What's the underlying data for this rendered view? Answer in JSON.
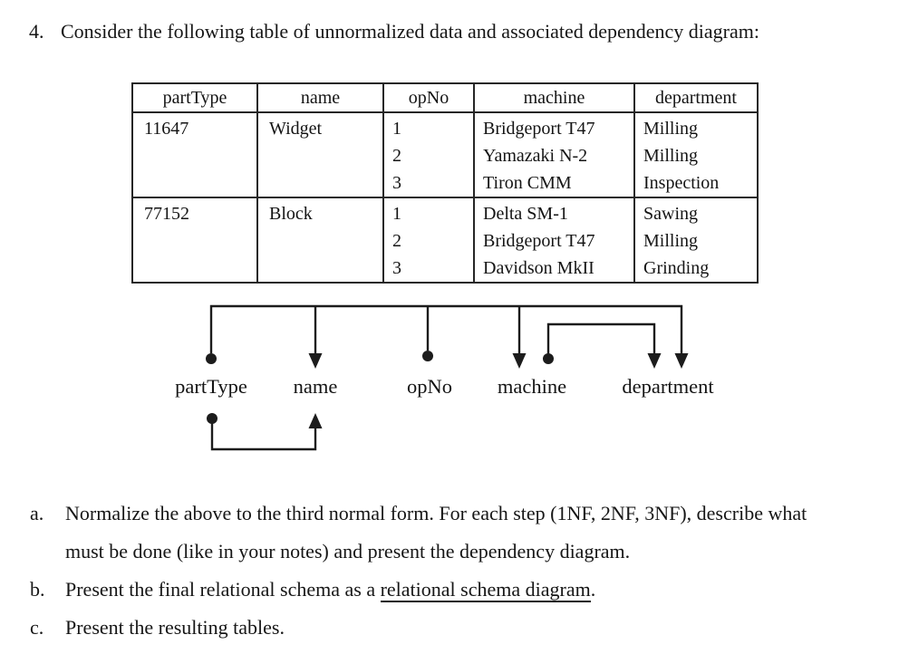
{
  "question": {
    "number": "4.",
    "text": "Consider the following table of unnormalized data and associated dependency diagram:"
  },
  "table": {
    "headers": [
      "partType",
      "name",
      "opNo",
      "machine",
      "department"
    ],
    "rows": [
      {
        "partType": "11647",
        "name": "Widget",
        "ops": [
          {
            "opNo": "1",
            "machine": "Bridgeport T47",
            "department": "Milling"
          },
          {
            "opNo": "2",
            "machine": "Yamazaki N-2",
            "department": "Milling"
          },
          {
            "opNo": "3",
            "machine": "Tiron CMM",
            "department": "Inspection"
          }
        ]
      },
      {
        "partType": "77152",
        "name": "Block",
        "ops": [
          {
            "opNo": "1",
            "machine": "Delta SM-1",
            "department": "Sawing"
          },
          {
            "opNo": "2",
            "machine": "Bridgeport T47",
            "department": "Milling"
          },
          {
            "opNo": "3",
            "machine": "Davidson MkII",
            "department": "Grinding"
          }
        ]
      }
    ]
  },
  "diagram": {
    "labels": [
      "partType",
      "name",
      "opNo",
      "machine",
      "department"
    ],
    "dependencies": [
      {
        "determinants": [
          "partType",
          "opNo"
        ],
        "dependents": [
          "name",
          "machine",
          "department"
        ],
        "bracket": "top"
      },
      {
        "determinants": [
          "machine"
        ],
        "dependents": [
          "department"
        ],
        "bracket": "middle"
      },
      {
        "determinants": [
          "partType"
        ],
        "dependents": [
          "name"
        ],
        "bracket": "bottom"
      }
    ]
  },
  "items": [
    {
      "marker": "a.",
      "lines": [
        "Normalize the above to the third normal form. For each step (1NF, 2NF, 3NF), describe what",
        "must be done (like in your notes) and present the dependency diagram."
      ]
    },
    {
      "marker": "b.",
      "prefix": "Present the final relational schema as a ",
      "underlined": "relational schema diagram",
      "suffix": "."
    },
    {
      "marker": "c.",
      "text": "Present the resulting tables."
    }
  ],
  "colors": {
    "ink": "#161616",
    "line": "#1c1c1c",
    "background": "#ffffff"
  }
}
